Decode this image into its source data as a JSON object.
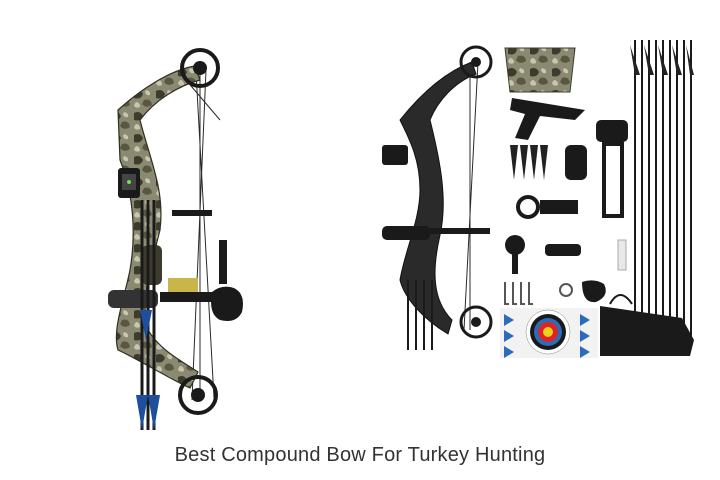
{
  "caption": "Best Compound Bow For Turkey Hunting",
  "colors": {
    "background": "#ffffff",
    "caption_text": "#333333",
    "camo_dark": "#3d3b2c",
    "camo_light": "#8a8a72",
    "black_parts": "#1a1a1a",
    "arrow_fletch_blue": "#1d4f9c",
    "target_red": "#d8262a",
    "target_blue": "#2b6cb8",
    "target_yellow": "#f4cf1a"
  },
  "images": [
    {
      "name": "camo-compound-bow-photo",
      "icon": "camo-compound-bow"
    },
    {
      "name": "black-compound-bow-kit-photo",
      "icon": "bow-accessory-kit"
    }
  ]
}
